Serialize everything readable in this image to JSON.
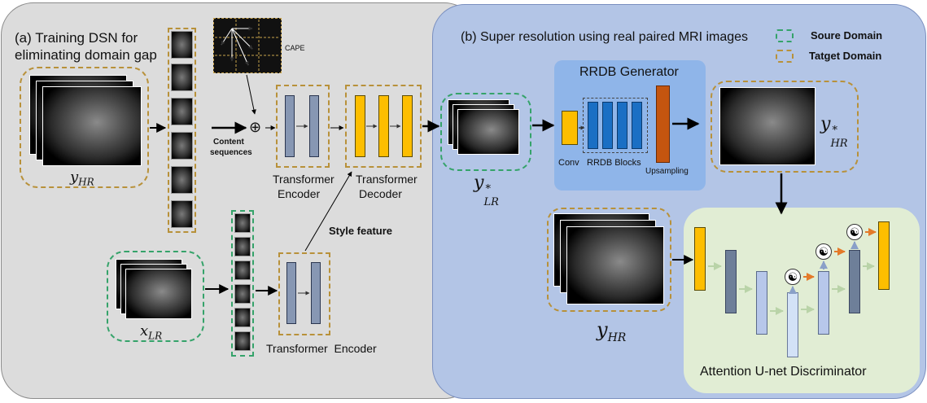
{
  "panel_a": {
    "title_line1": "(a) Training DSN for",
    "title_line2": "eliminating domain gap",
    "y_hr": "y",
    "y_hr_sub": "HR",
    "x_lr": "x",
    "x_lr_sub": "LR",
    "content_line1": "Content",
    "content_line2": "sequences",
    "cape": "CAPE",
    "plus": "⊕",
    "encoder_line1": "Transformer",
    "encoder_line2": "Encoder",
    "decoder_line1": "Transformer",
    "decoder_line2": "Decoder",
    "style_feature": "Style feature",
    "encoder2": "Transformer  Encoder"
  },
  "panel_b": {
    "title": "(b) Super resolution using real paired MRI images",
    "legend_source": "Soure Domain",
    "legend_target": "Tatget Domain",
    "rrdb_generator": "RRDB Generator",
    "conv": "Conv",
    "rrdb_blocks": "RRDB Blocks",
    "upsampling": "Upsampling",
    "y_lr_star": "y",
    "y_lr_star_sup": "*",
    "y_lr_star_sub": "LR",
    "y_hr_star": "y",
    "y_hr_star_sup": "*",
    "y_hr_star_sub": "HR",
    "y_hr": "y",
    "y_hr_sub": "HR",
    "discriminator": "Attention U-net Discriminator"
  },
  "colors": {
    "panel_a_bg": "#dcdcdc",
    "panel_b_bg": "#b3c5e6",
    "rrdb_bg": "#8fb5e9",
    "disc_bg": "#e1edd4",
    "source_domain": "#35a36a",
    "target_domain": "#b8913a",
    "transformer_block": "#8797b3",
    "decoder_block": "#fdbe00",
    "rrdb_block": "#1a6fc4",
    "upsampling_block": "#c4550f"
  }
}
